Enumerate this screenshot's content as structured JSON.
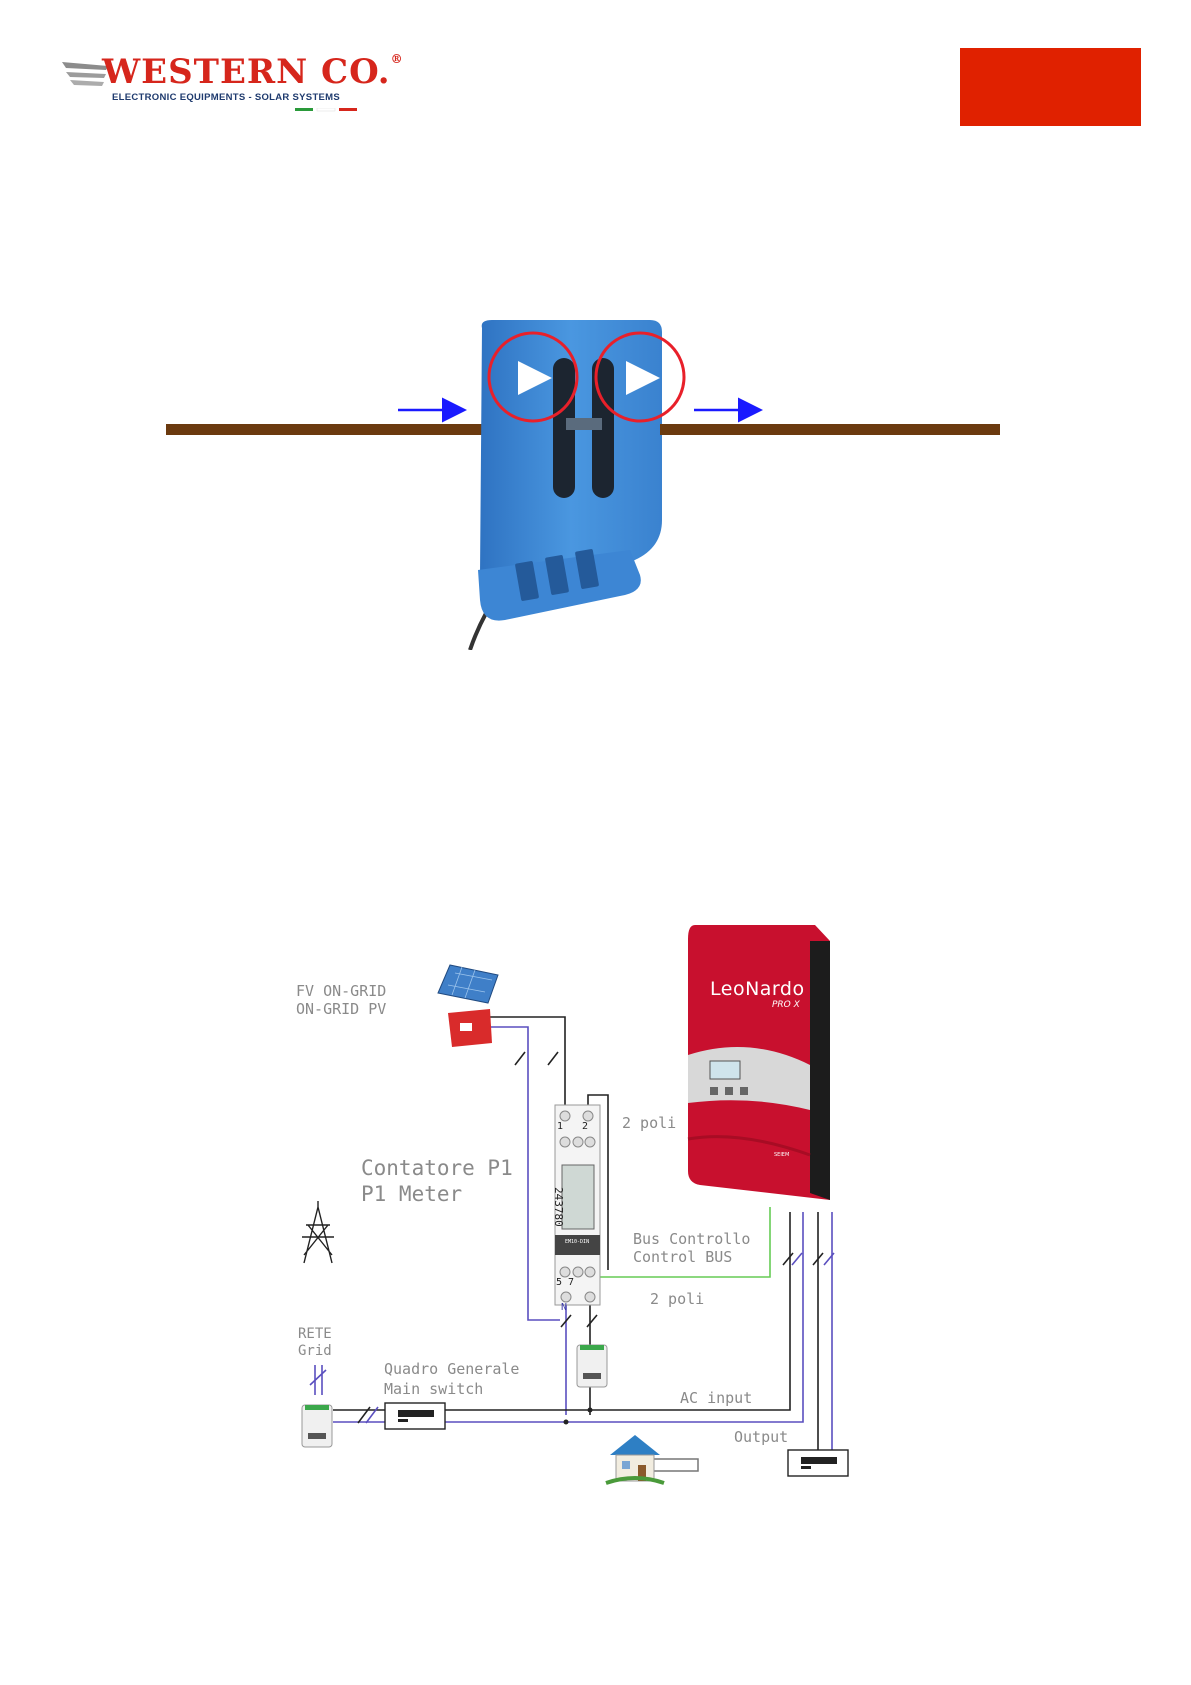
{
  "header": {
    "brand": "WESTERN CO.",
    "brand_mark": "®",
    "tagline": "ELECTRONIC EQUIPMENTS - SOLAR SYSTEMS",
    "accent_color": "#e02100"
  },
  "diagram": {
    "fv_line1": "FV ON-GRID",
    "fv_line2": "ON-GRID PV",
    "two_poles_top": "2 poli",
    "meter_line1": "Contatore P1",
    "meter_line2": "P1 Meter",
    "bus_line1": "Bus Controllo",
    "bus_line2": "Control BUS",
    "two_poles_bottom": "2 poli",
    "grid_line1": "RETE",
    "grid_line2": "Grid",
    "switch_line1": "Quadro Generale",
    "switch_line2": "Main switch",
    "ac_input": "AC input",
    "output": "Output",
    "inverter_brand": "LeoNardo",
    "inverter_model": "PRO X",
    "meter_terminal_1": "1",
    "meter_terminal_2": "2",
    "meter_terminal_5": "5",
    "meter_terminal_7": "7",
    "meter_terminal_n": "N",
    "meter_display": "243780",
    "meter_model": "EM10-DIN",
    "inverter_badge": "SEIEM"
  },
  "colors": {
    "wire": "#6b3a0f",
    "sensor": "#3a87d6",
    "arrow": "#1a1aff",
    "circle": "#e8202a",
    "inverter": "#c8102e",
    "bus": "#66cc55",
    "neutral": "#5a4fbf"
  }
}
